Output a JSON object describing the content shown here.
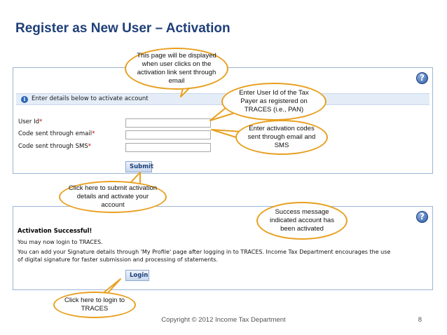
{
  "slide": {
    "title": "Register as New User – Activation",
    "footer": "Copyright © 2012 Income Tax Department",
    "page_number": "8"
  },
  "activation_form": {
    "info_text": "Enter details below to activate account",
    "help_icon": "?",
    "info_icon": "i",
    "fields": [
      {
        "label": "User Id",
        "required_mark": "*",
        "value": ""
      },
      {
        "label": "Code sent through email",
        "required_mark": "*",
        "value": ""
      },
      {
        "label": "Code sent through SMS",
        "required_mark": "*",
        "value": ""
      }
    ],
    "submit_label": "Submit"
  },
  "success_page": {
    "help_icon": "?",
    "heading": "Activation Successful!",
    "line1": "You may now login to TRACES.",
    "line2": "You can add your Signature details through 'My Profile' page after logging in to TRACES. Income Tax Department encourages the use",
    "line3": "of digital signature for faster submission and processing of statements.",
    "login_label": "Login"
  },
  "callouts": {
    "activation_link": "This page will be displayed when user clicks on the activation link sent through email",
    "user_id": "Enter User Id of the Tax Payer as registered on TRACES (i.e., PAN)",
    "activation_codes": "Enter activation codes sent through email and SMS",
    "submit": "Click here to submit activation details and activate your account",
    "success": "Success message indicated account has been activated",
    "login": "Click here to login to TRACES"
  },
  "colors": {
    "title": "#1f3f78",
    "callout_border": "#e8a020",
    "panel_border": "#9bb5d4",
    "required": "#d00000"
  }
}
